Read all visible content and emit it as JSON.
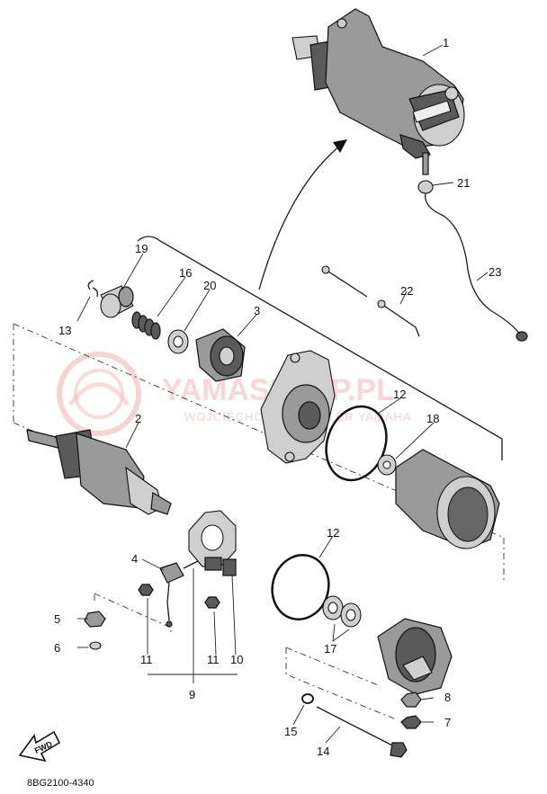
{
  "diagram": {
    "callouts": [
      "1",
      "2",
      "3",
      "4",
      "5",
      "6",
      "7",
      "8",
      "9",
      "10",
      "11",
      "11",
      "12",
      "12",
      "13",
      "14",
      "15",
      "16",
      "17",
      "18",
      "19",
      "20",
      "21",
      "22",
      "23"
    ],
    "fwd_label": "FWD",
    "drawing_code": "8BG2100-4340"
  },
  "watermark": {
    "brand": "YAMASKLEP.PL",
    "tagline": "WOJCIECHOWSKI DEALER YAMAHA"
  },
  "colors": {
    "watermark": "#f2b8b8",
    "line": "#1a1a1a"
  }
}
